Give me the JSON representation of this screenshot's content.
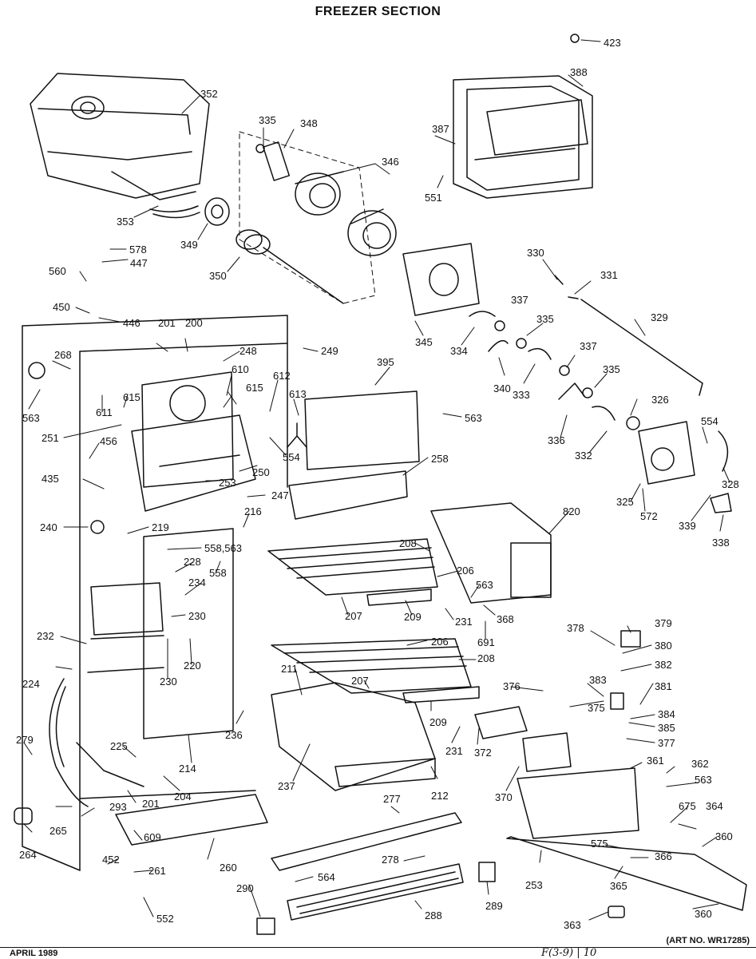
{
  "title": "FREEZER SECTION",
  "art_number": "(ART NO. WR17285)",
  "footer_date": "APRIL 1989",
  "footer_note": "F(3-9) | 10",
  "part_labels": [
    "423",
    "388",
    "352",
    "335",
    "348",
    "387",
    "346",
    "551",
    "353",
    "349",
    "350",
    "578",
    "447",
    "560",
    "450",
    "446",
    "330",
    "331",
    "337",
    "329",
    "345",
    "334",
    "335",
    "201",
    "200",
    "249",
    "248",
    "395",
    "340",
    "333",
    "337",
    "268",
    "610",
    "612",
    "615",
    "563",
    "563",
    "611",
    "251",
    "456",
    "554",
    "554",
    "326",
    "613",
    "615",
    "335",
    "336",
    "332",
    "435",
    "253",
    "250",
    "258",
    "247",
    "216",
    "328",
    "325",
    "572",
    "339",
    "338",
    "240",
    "219",
    "820",
    "558,563",
    "228",
    "558",
    "208",
    "206",
    "234",
    "563",
    "230",
    "207",
    "209",
    "231",
    "368",
    "232",
    "220",
    "691",
    "378",
    "379",
    "380",
    "382",
    "230",
    "224",
    "206",
    "208",
    "211",
    "207",
    "381",
    "376",
    "383",
    "375",
    "384",
    "385",
    "236",
    "209",
    "279",
    "225",
    "231",
    "372",
    "214",
    "377",
    "361",
    "362",
    "237",
    "204",
    "212",
    "370",
    "563",
    "201",
    "293",
    "265",
    "277",
    "675",
    "364",
    "264",
    "609",
    "360",
    "575",
    "366",
    "452",
    "261",
    "278",
    "253",
    "260",
    "564",
    "365",
    "290",
    "289",
    "288",
    "552",
    "360",
    "363"
  ]
}
